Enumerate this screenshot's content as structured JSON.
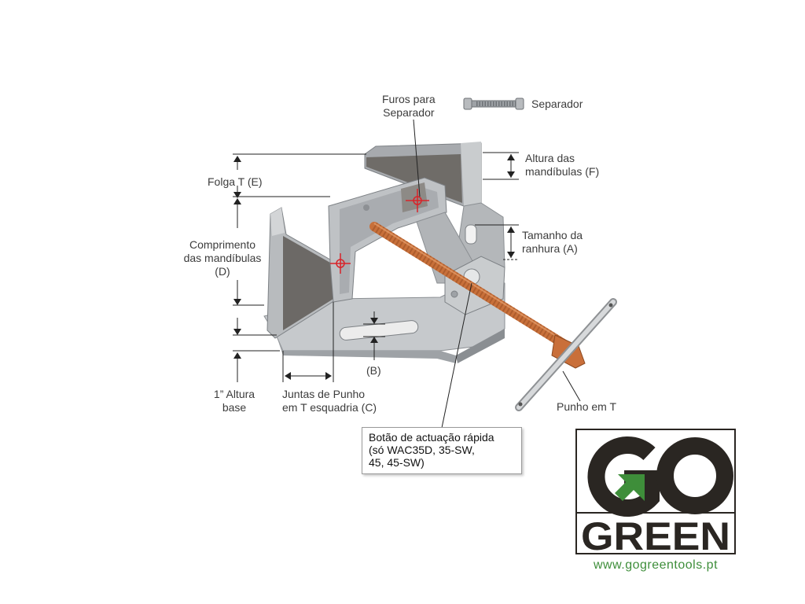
{
  "labels": {
    "furos": [
      "Furos para",
      "Separador"
    ],
    "separador": "Separador",
    "altura_mandibulas": [
      "Altura das",
      "mandíbulas (F)"
    ],
    "folga": "Folga T (E)",
    "comprimento": [
      "Comprimento",
      "das mandíbulas",
      "(D)"
    ],
    "tamanho_ranhura": [
      "Tamanho da",
      "ranhura (A)"
    ],
    "b": "(B)",
    "altura_base": [
      "1” Altura",
      "base"
    ],
    "juntas": [
      "Juntas de Punho",
      "em T esquadria (C)"
    ],
    "punho": "Punho em T",
    "botao": [
      "Botão de actuação rápida",
      "(só WAC35D, 35-SW,",
      "45, 45-SW)"
    ]
  },
  "logo": {
    "line1_letters": [
      "G",
      "O"
    ],
    "line2": "GREEN",
    "url": "www.gogreentools.pt",
    "dark_color": "#2a2622",
    "green_color": "#3e8e3a"
  },
  "colors": {
    "casting": "#b9bcbf",
    "casting_shadow": "#8f9397",
    "screw": "#c8703a",
    "handle": "#c4c7ca",
    "crosshair": "#d9242a"
  }
}
